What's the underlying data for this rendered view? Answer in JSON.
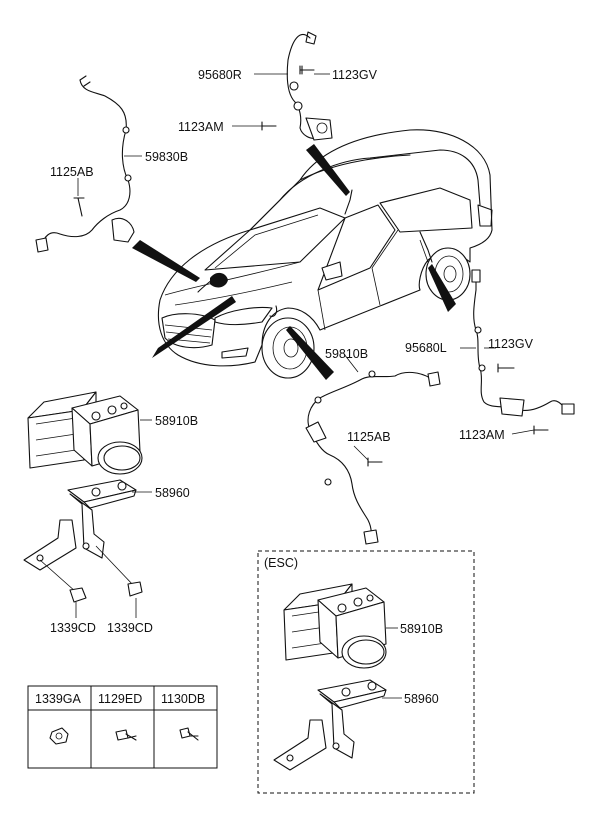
{
  "callouts": {
    "sensor_fr_right": "95680R",
    "bolt_gv_top": "1123GV",
    "bolt_am_top": "1123AM",
    "harness_front_left": "59830B",
    "bolt_ab_left": "1125AB",
    "harness_front_right": "59810B",
    "sensor_rear_left": "95680L",
    "bolt_gv_rear": "1123GV",
    "bolt_ab_mid": "1125AB",
    "bolt_am_rear": "1123AM",
    "abs_module": "58910B",
    "abs_bracket": "58960",
    "nut_left": "1339CD",
    "nut_right": "1339CD"
  },
  "esc_box": {
    "title": "(ESC)",
    "module": "58910B",
    "bracket": "58960"
  },
  "fastener_table": {
    "headers": [
      "1339GA",
      "1129ED",
      "1130DB"
    ],
    "icons": [
      "nut-icon",
      "bolt-icon",
      "screw-icon"
    ]
  }
}
